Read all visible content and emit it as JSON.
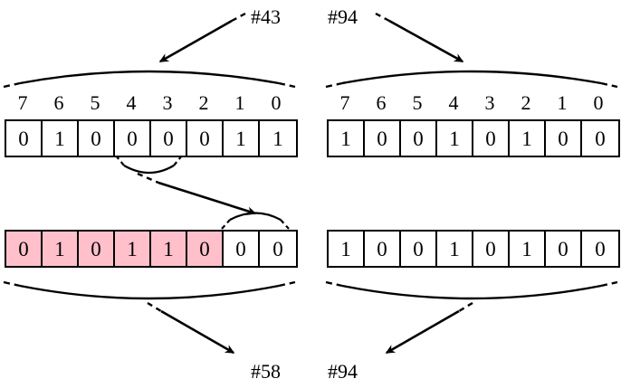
{
  "diagram": {
    "title_hidden": "",
    "colors": {
      "highlight": "#FFC0CB",
      "stroke": "#000000",
      "background": "#FFFFFF"
    },
    "bit_index_labels": [
      "7",
      "6",
      "5",
      "4",
      "3",
      "2",
      "1",
      "0"
    ],
    "groups": [
      {
        "name": "left-group",
        "top_tag": "#43",
        "bottom_tag": "#58",
        "top_bits": [
          "0",
          "1",
          "0",
          "0",
          "0",
          "0",
          "1",
          "1"
        ],
        "bottom_bits": [
          "0",
          "1",
          "0",
          "1",
          "1",
          "0",
          "0",
          "0"
        ],
        "bottom_highlight": [
          true,
          true,
          true,
          true,
          true,
          true,
          false,
          false
        ]
      },
      {
        "name": "right-group",
        "top_tag": "#94",
        "bottom_tag": "#94",
        "top_bits": [
          "1",
          "0",
          "0",
          "1",
          "0",
          "1",
          "0",
          "0"
        ],
        "bottom_bits": [
          "1",
          "0",
          "0",
          "1",
          "0",
          "1",
          "0",
          "0"
        ],
        "bottom_highlight": [
          false,
          false,
          false,
          false,
          false,
          false,
          false,
          false
        ]
      }
    ]
  }
}
